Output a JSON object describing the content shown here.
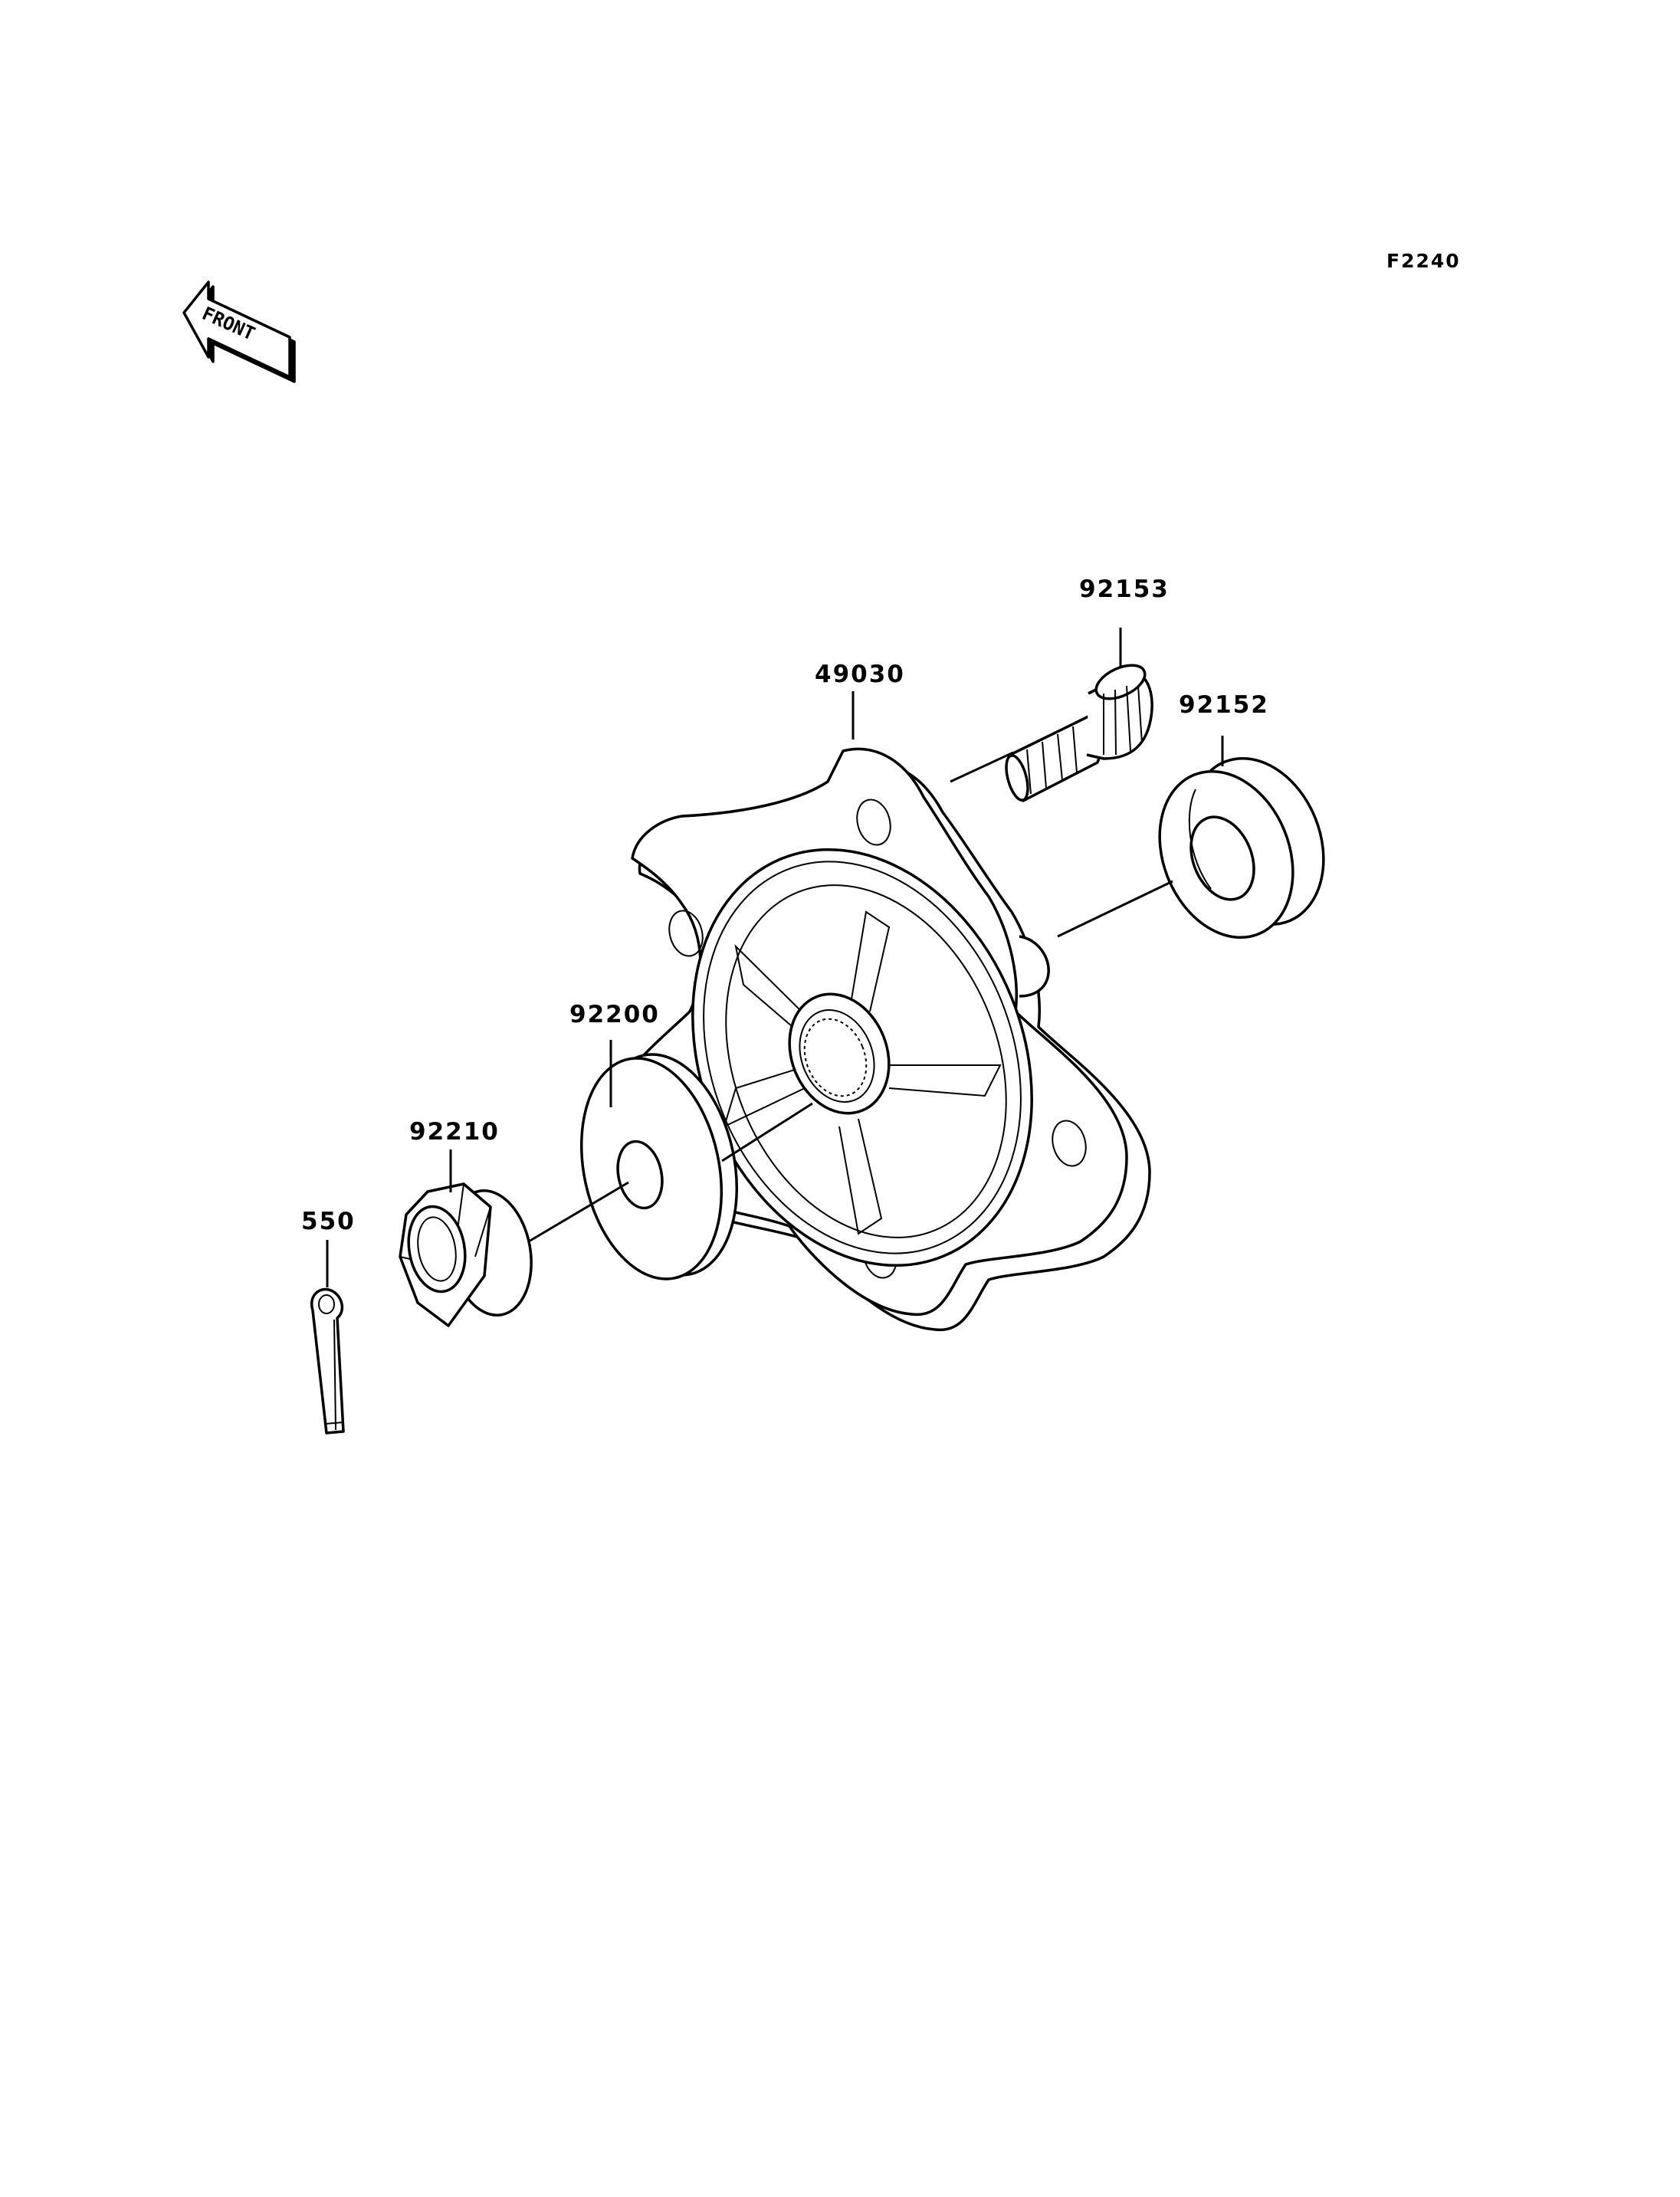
{
  "diagram_code": "F2240",
  "front_arrow": {
    "text": "FRONT",
    "icon": "front-direction-arrow-icon"
  },
  "parts": [
    {
      "id": "p49030",
      "number": "49030",
      "name": "hub"
    },
    {
      "id": "p92153",
      "number": "92153",
      "name": "stud-bolt"
    },
    {
      "id": "p92152",
      "number": "92152",
      "name": "oil-seal"
    },
    {
      "id": "p92200",
      "number": "92200",
      "name": "washer"
    },
    {
      "id": "p92210",
      "number": "92210",
      "name": "flange-nut"
    },
    {
      "id": "p550",
      "number": "550",
      "name": "cotter-pin"
    }
  ]
}
